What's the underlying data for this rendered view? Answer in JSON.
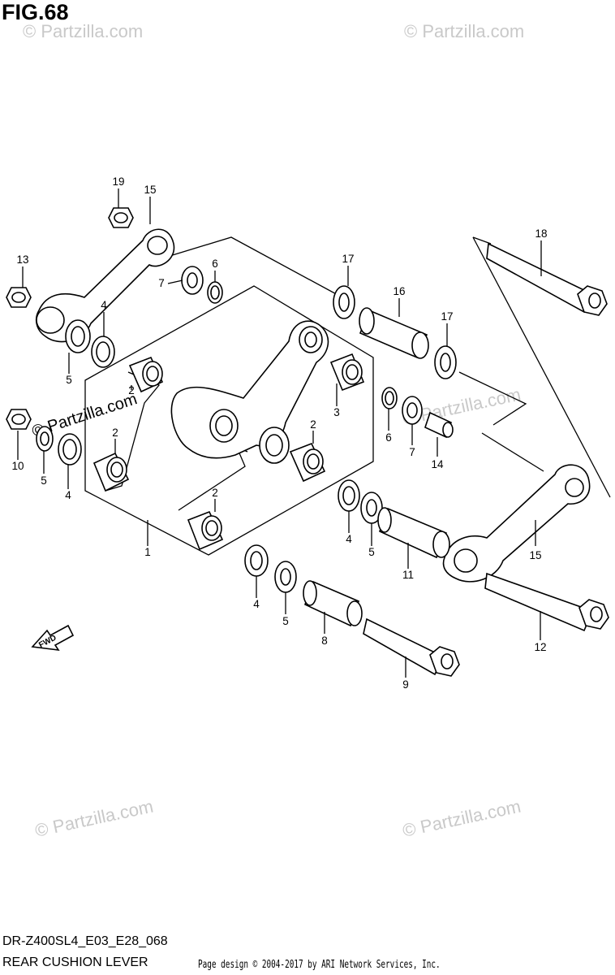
{
  "figure": {
    "title": "FIG.68"
  },
  "footer": {
    "model_code": "DR-Z400SL4_E03_E28_068",
    "section_name": "REAR CUSHION LEVER",
    "copyright": "Page design © 2004-2017 by ARI Network Services, Inc."
  },
  "watermark": {
    "text": "© Partzilla.com"
  },
  "direction_arrow": {
    "label": "FWD"
  },
  "callouts": [
    "19",
    "15",
    "13",
    "7",
    "6",
    "4",
    "5",
    "10",
    "5",
    "4",
    "2",
    "2",
    "2",
    "2",
    "3",
    "1",
    "17",
    "16",
    "17",
    "6",
    "7",
    "14",
    "18",
    "4",
    "5",
    "11",
    "15",
    "4",
    "5",
    "8",
    "9",
    "12"
  ]
}
